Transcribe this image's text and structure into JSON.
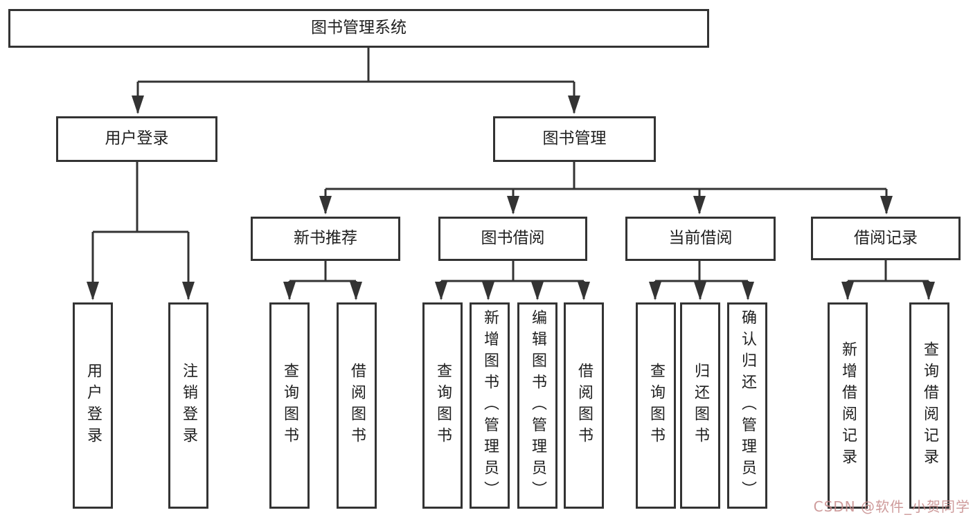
{
  "diagram": {
    "root": "图书管理系统",
    "level2": {
      "user_login": "用户登录",
      "book_management": "图书管理"
    },
    "level3": {
      "new_book_recommend": "新书推荐",
      "book_borrow": "图书借阅",
      "current_borrow": "当前借阅",
      "borrow_records": "借阅记录"
    },
    "leaves": {
      "user_login": [
        "用户登录",
        "注销登录"
      ],
      "new_book_recommend": [
        "查询图书",
        "借阅图书"
      ],
      "book_borrow": [
        "查询图书",
        "新增图书（管理员）",
        "编辑图书（管理员）",
        "借阅图书"
      ],
      "current_borrow": [
        "查询图书",
        "归还图书",
        "确认归还（管理员）"
      ],
      "borrow_records": [
        "新增借阅记录",
        "查询借阅记录"
      ]
    }
  },
  "watermark": "CSDN @软件_小贺同学",
  "colors": {
    "line": "#333333",
    "box_border": "#333333",
    "text": "#1f1f1f",
    "background": "#ffffff",
    "watermark": "#c58989"
  }
}
